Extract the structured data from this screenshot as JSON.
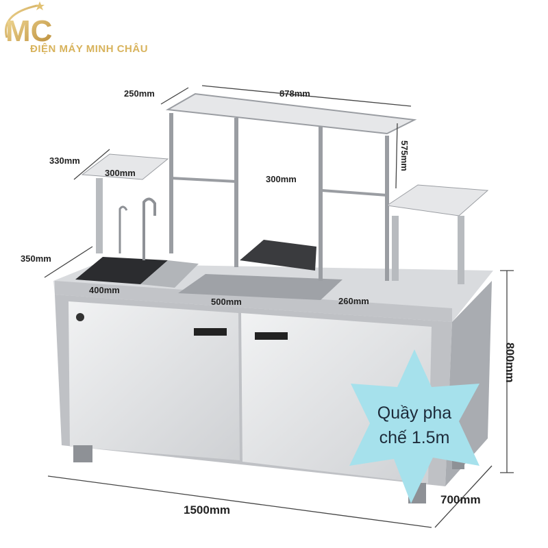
{
  "logo": {
    "monogram": "MC",
    "brand": "ĐIỆN MÁY MINH CHÂU"
  },
  "dimensions": {
    "top_shelf_depth": "250mm",
    "top_shelf_width": "878mm",
    "shelf_height": "575mm",
    "left_shelf_height": "330mm",
    "left_shelf_width": "300mm",
    "middle_opening": "300mm",
    "sink_side": "350mm",
    "sink_width": "400mm",
    "basin_width": "500mm",
    "basin_depth": "260mm",
    "counter_height": "800mm",
    "counter_width": "1500mm",
    "counter_depth": "700mm"
  },
  "badge": {
    "line1": "Quầy pha",
    "line2": "chế 1.5m",
    "color": "#a6e1ec"
  },
  "colors": {
    "steel_light": "#e6e7e9",
    "steel_mid": "#c9cbce",
    "steel_dark": "#8e9196",
    "gold": "#d8b35c"
  }
}
